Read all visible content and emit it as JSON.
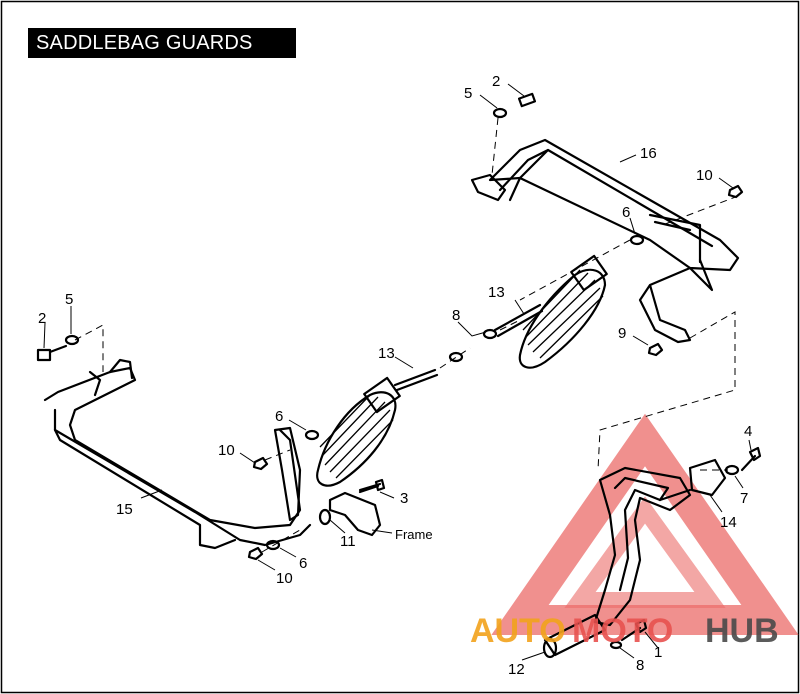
{
  "title": "SADDLEBAG GUARDS",
  "labels": {
    "l1": "1",
    "l2a": "2",
    "l2b": "2",
    "l3": "3",
    "l4": "4",
    "l5a": "5",
    "l5b": "5",
    "l6a": "6",
    "l6b": "6",
    "l6c": "6",
    "l7": "7",
    "l8a": "8",
    "l8b": "8",
    "l9": "9",
    "l10a": "10",
    "l10b": "10",
    "l10c": "10",
    "l11": "11",
    "l12": "12",
    "l13a": "13",
    "l13b": "13",
    "l14": "14",
    "l15": "15",
    "l16": "16",
    "frame": "Frame"
  },
  "watermark": {
    "part1": "AUTO",
    "part2": "MOTO",
    "part3": "HUB",
    "colors": {
      "triangle": "#e8524f",
      "accent": "#f2a31c",
      "dark": "#4a4a4a"
    }
  },
  "colors": {
    "title_bg": "#000000",
    "title_fg": "#ffffff",
    "ink": "#000000"
  }
}
